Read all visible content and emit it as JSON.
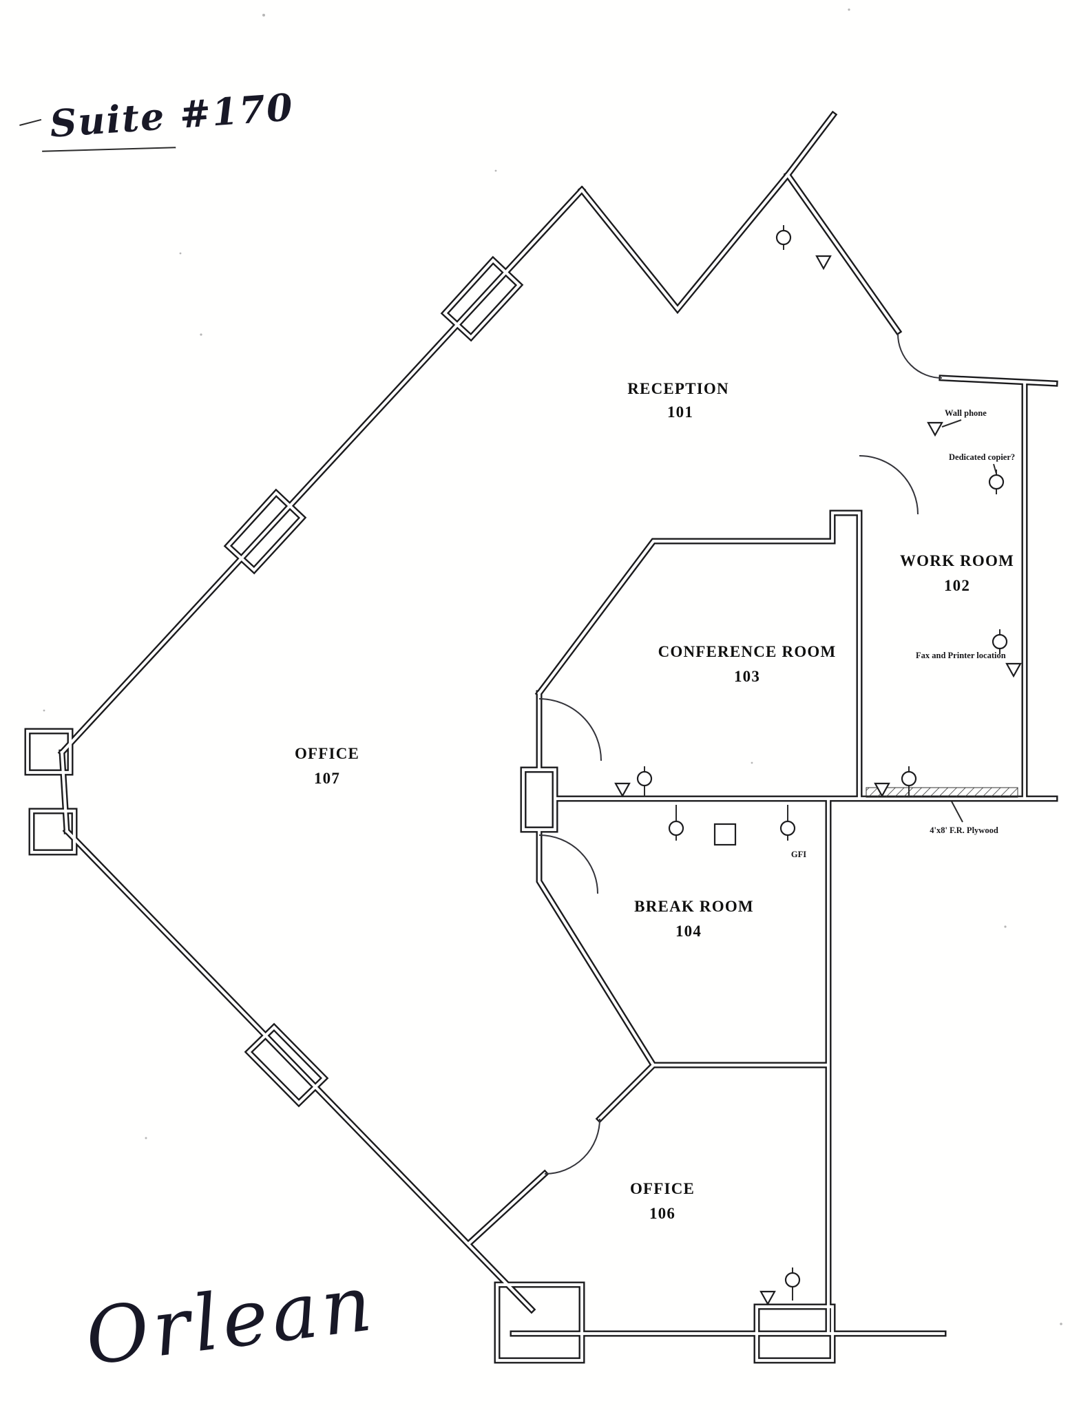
{
  "page": {
    "title": "Suite #170",
    "signature": "Orlean"
  },
  "rooms": [
    {
      "id": "reception",
      "name": "RECEPTION",
      "number": "101"
    },
    {
      "id": "work-room",
      "name": "WORK ROOM",
      "number": "102"
    },
    {
      "id": "conference-room",
      "name": "CONFERENCE ROOM",
      "number": "103"
    },
    {
      "id": "break-room",
      "name": "BREAK ROOM",
      "number": "104"
    },
    {
      "id": "office-106",
      "name": "OFFICE",
      "number": "106"
    },
    {
      "id": "office-107",
      "name": "OFFICE",
      "number": "107"
    }
  ],
  "annotations": {
    "wall_phone": "Wall phone",
    "dedicated_copier": "Dedicated copier?",
    "fax_printer": "Fax and Printer location",
    "gfi": "GFI",
    "plywood": "4'x8' F.R. Plywood"
  },
  "colors": {
    "ink": "#1b1b1d",
    "paper": "#fffffe"
  }
}
